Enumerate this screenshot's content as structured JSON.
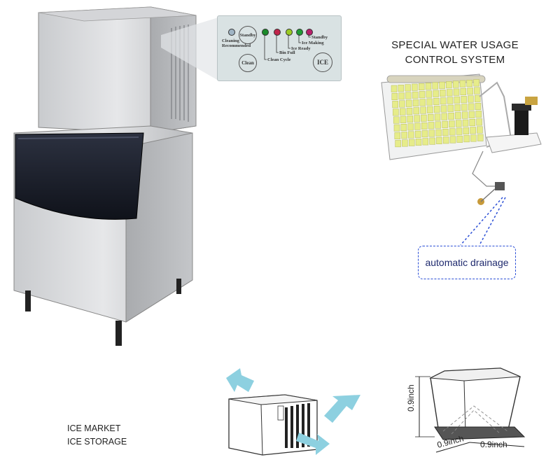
{
  "control_panel": {
    "buttons": {
      "standby": "Standby",
      "clean": "Clean",
      "ice": "ICE"
    },
    "indicator_labels": {
      "cleaning_recommended": "Cleaning\nRecommended",
      "clean_cycle": "Clean Cycle",
      "bin_full": "Bin Full",
      "ice_ready": "Ice Ready",
      "ice_making": "Ice Making",
      "standby": "Standby"
    },
    "led_colors": [
      "#9fb4c4",
      "#1a8a2a",
      "#c0244a",
      "#9acb23",
      "#1f9c35",
      "#b8206b"
    ]
  },
  "water_system": {
    "title_line1": "SPECIAL WATER USAGE",
    "title_line2": "CONTROL SYSTEM",
    "callout": "automatic drainage"
  },
  "bottom": {
    "line1": "ICE MARKET",
    "line2": "ICE STORAGE"
  },
  "cube": {
    "height_label": "0.9inch",
    "width_label": "0.9inch",
    "depth_label": "0.9inch"
  },
  "colors": {
    "callout_border": "#2b4fd6",
    "airflow_arrow": "#8dd0e0",
    "grid_yellow": "#e6ec8a"
  }
}
